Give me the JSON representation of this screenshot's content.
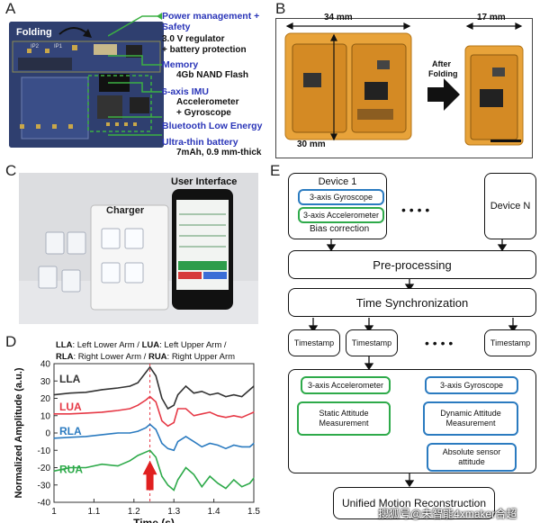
{
  "panel_a": {
    "label": "A",
    "folding": "Folding",
    "ip_labels": [
      "IP2",
      "IP1"
    ],
    "components": [
      {
        "head": "Power management +",
        "head2": "Safety",
        "lines": [
          "3.0 V regulator",
          "+ battery protection"
        ]
      },
      {
        "head": "Memory",
        "lines": [
          "4Gb NAND Flash"
        ]
      },
      {
        "head": "6-axis IMU",
        "lines": [
          "Accelerometer",
          "+ Gyroscope"
        ]
      },
      {
        "head": "Bluetooth Low Energy",
        "lines": []
      },
      {
        "head": "Ultra-thin battery",
        "lines": [
          "7mAh, 0.9 mm-thick"
        ]
      }
    ],
    "colors": {
      "head": "#2a35b8",
      "line": "#3cb043"
    }
  },
  "panel_b": {
    "label": "B",
    "width_before": "34 mm",
    "height": "30 mm",
    "width_after": "17 mm",
    "after_folding": [
      "After",
      "Folding"
    ]
  },
  "panel_c": {
    "label": "C",
    "charger": "Charger",
    "user_interface": "User Interface"
  },
  "panel_d": {
    "label": "D",
    "legend_lines": [
      {
        "abbr": "LLA",
        "full": ": Left Lower Arm / ",
        "abbr2": "LUA",
        "full2": ": Left Upper Arm /"
      },
      {
        "abbr": "RLA",
        "full": ": Right Lower Arm / ",
        "abbr2": "RUA",
        "full2": ": Right Upper Arm"
      }
    ]
  },
  "chart_data": {
    "type": "line",
    "xlabel": "Time (s)",
    "ylabel": "Normalized Amplitude (a.u.)",
    "xlim": [
      1.0,
      1.5
    ],
    "ylim": [
      -40,
      40
    ],
    "xticks": [
      1,
      1.1,
      1.2,
      1.3,
      1.4,
      1.5
    ],
    "yticks": [
      40,
      30,
      20,
      10,
      0,
      -10,
      -20,
      -30,
      -40
    ],
    "event_line_x": 1.24,
    "series": [
      {
        "name": "LLA",
        "color": "#333333",
        "x": [
          1.0,
          1.04,
          1.08,
          1.12,
          1.16,
          1.19,
          1.21,
          1.23,
          1.24,
          1.255,
          1.27,
          1.285,
          1.3,
          1.31,
          1.33,
          1.35,
          1.37,
          1.39,
          1.41,
          1.43,
          1.45,
          1.47,
          1.49,
          1.5
        ],
        "y": [
          22,
          23,
          23.5,
          25,
          26,
          27,
          29,
          35,
          38,
          33,
          20,
          14,
          16,
          22,
          27,
          23,
          24,
          22,
          23,
          21,
          22,
          21,
          25,
          27
        ]
      },
      {
        "name": "LUA",
        "color": "#e63946",
        "x": [
          1.0,
          1.04,
          1.08,
          1.12,
          1.16,
          1.19,
          1.21,
          1.23,
          1.24,
          1.255,
          1.27,
          1.285,
          1.3,
          1.31,
          1.33,
          1.35,
          1.37,
          1.39,
          1.41,
          1.43,
          1.45,
          1.47,
          1.49,
          1.5
        ],
        "y": [
          11,
          11,
          11.5,
          12,
          13,
          14,
          16,
          19,
          21,
          18,
          7,
          4,
          6,
          14,
          14,
          10,
          11,
          12,
          10,
          9,
          10,
          9,
          11,
          12
        ]
      },
      {
        "name": "RLA",
        "color": "#2b7bc0",
        "x": [
          1.0,
          1.04,
          1.08,
          1.12,
          1.16,
          1.19,
          1.21,
          1.23,
          1.24,
          1.255,
          1.27,
          1.285,
          1.3,
          1.31,
          1.33,
          1.35,
          1.37,
          1.39,
          1.41,
          1.43,
          1.45,
          1.47,
          1.49,
          1.5
        ],
        "y": [
          -3,
          -2.5,
          -2,
          -1,
          0,
          0,
          1,
          3,
          5,
          2,
          -6,
          -9,
          -10,
          -5,
          -2,
          -5,
          -8,
          -6,
          -7,
          -9,
          -7,
          -8,
          -8,
          -6
        ]
      },
      {
        "name": "RUA",
        "color": "#2eaa4a",
        "x": [
          1.0,
          1.04,
          1.08,
          1.12,
          1.16,
          1.19,
          1.21,
          1.23,
          1.24,
          1.255,
          1.27,
          1.285,
          1.3,
          1.31,
          1.33,
          1.35,
          1.37,
          1.39,
          1.41,
          1.43,
          1.45,
          1.47,
          1.49,
          1.5
        ],
        "y": [
          -22,
          -20,
          -20,
          -18,
          -19,
          -16,
          -13,
          -11,
          -10,
          -14,
          -25,
          -30,
          -33,
          -27,
          -20,
          -24,
          -31,
          -25,
          -29,
          -32,
          -27,
          -31,
          -29,
          -26
        ]
      }
    ]
  },
  "panel_e": {
    "label": "E",
    "device1": "Device 1",
    "gyro": "3-axis Gyroscope",
    "accel": "3-axis Accelerometer",
    "bias": "Bias correction",
    "deviceN": "Device N",
    "dots": "• • • •",
    "preprocessing": "Pre-processing",
    "timesync": "Time Synchronization",
    "timestamp": "Timestamp",
    "accel2": "3-axis Accelerometer",
    "gyro2": "3-axis Gyroscope",
    "static": "Static Attitude Measurement",
    "dynamic": "Dynamic Attitude Measurement",
    "absolute": "Absolute sensor attitude",
    "unified": "Unified Motion Reconstruction",
    "watermark": "搜狐号@未智能4xmaker合超"
  }
}
